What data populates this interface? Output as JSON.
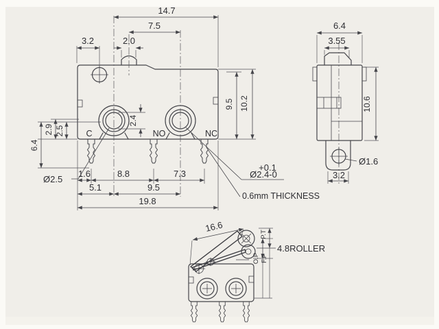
{
  "page": {
    "background": "#f0eee9",
    "line_color": "#45454a"
  },
  "front_view": {
    "dims": {
      "top_width": "14.7",
      "button_offset": "7.5",
      "hole_offset": "3.2",
      "button_width": "2.0",
      "side_a": "2.9",
      "side_b": "2.5",
      "side_c": "6.4",
      "boss_hole": "2.4",
      "right_inner": "9.5",
      "right_full": "10.2",
      "pin_offset": "1.6",
      "pin_pitch_1": "8.8",
      "pin_pitch_2": "7.3",
      "boss_offset": "5.1",
      "boss_pitch": "9.5",
      "total_width": "19.8"
    },
    "terminals": {
      "common": "C",
      "normally_open": "NO",
      "normally_closed": "NC"
    },
    "callouts": {
      "hole_dia": "Ø2.5",
      "tolerance": "+0.1",
      "boss_hole_dia": "Ø2.4-0",
      "thickness": "0.6mm THICKNESS"
    }
  },
  "side_view": {
    "dims": {
      "width": "6.4",
      "button_width": "3.55",
      "height": "10.6",
      "ear_hole": "Ø1.6",
      "terminal_width": "3.2"
    }
  },
  "roller_view": {
    "dims": {
      "lever_length": "16.6",
      "roller": "4.8ROLLER",
      "pre_travel": "P.T",
      "operating_position": "O.P",
      "free_position": "F.P"
    }
  }
}
